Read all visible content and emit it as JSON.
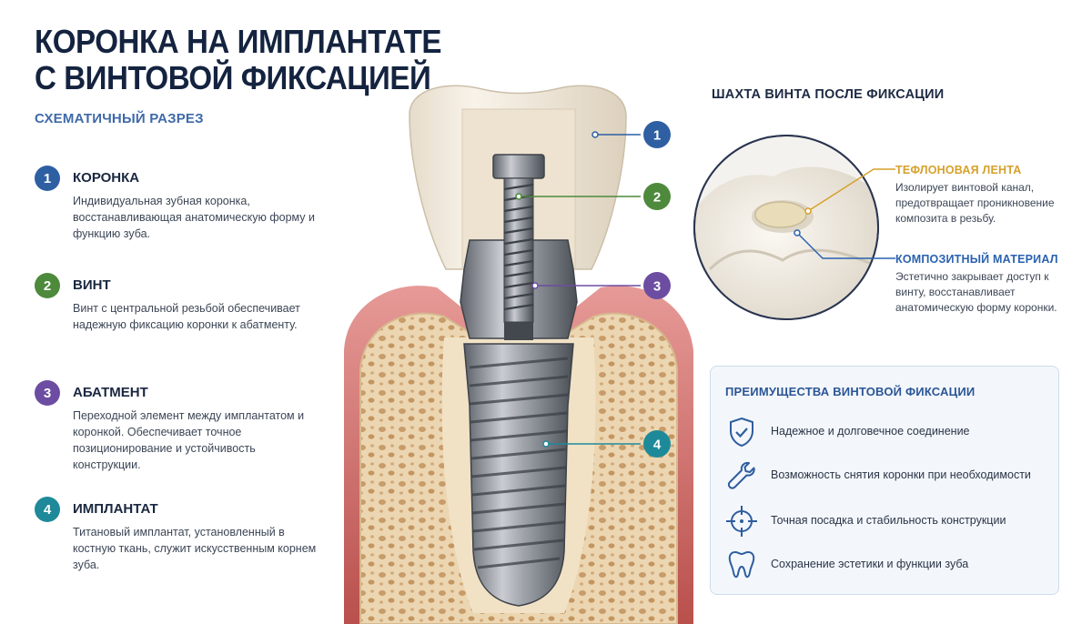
{
  "title_line1": "КОРОНКА НА ИМПЛАНТАТЕ",
  "title_line2": "С ВИНТОВОЙ ФИКСАЦИЕЙ",
  "subtitle": "СХЕМАТИЧНЫЙ РАЗРЕЗ",
  "colors": {
    "c1": "#2e5fa3",
    "c2": "#4d8a3b",
    "c3": "#6c4da2",
    "c4": "#1e8a99",
    "teflon": "#d6a12b",
    "composite": "#2a62b0"
  },
  "legend": [
    {
      "num": "1",
      "head": "КОРОНКА",
      "desc": "Индивидуальная зубная коронка, восстанавливающая анатомическую форму и функцию зуба."
    },
    {
      "num": "2",
      "head": "ВИНТ",
      "desc": "Винт с центральной резьбой обеспечивает надежную фиксацию коронки к абатменту."
    },
    {
      "num": "3",
      "head": "АБАТМЕНТ",
      "desc": "Переходной элемент между имплантатом и коронкой. Обеспечивает точное позиционирование и устойчивость конструкции."
    },
    {
      "num": "4",
      "head": "ИМПЛАНТАТ",
      "desc": "Титановый имплантат, установленный в костную ткань, служит искусственным корнем зуба."
    }
  ],
  "diagram_markers": [
    "1",
    "2",
    "3",
    "4"
  ],
  "right_title": "ШАХТА ВИНТА ПОСЛЕ ФИКСАЦИИ",
  "teflon": {
    "head": "ТЕФЛОНОВАЯ ЛЕНТА",
    "desc": "Изолирует винтовой канал, предотвращает проникновение композита в резьбу."
  },
  "composite": {
    "head": "КОМПОЗИТНЫЙ МАТЕРИАЛ",
    "desc": "Эстетично закрывает доступ к винту, восстанавливает анатомическую форму коронки."
  },
  "advantages": {
    "title": "ПРЕИМУЩЕСТВА ВИНТОВОЙ ФИКСАЦИИ",
    "items": [
      {
        "icon": "shield-check-icon",
        "text": "Надежное и долговечное соединение"
      },
      {
        "icon": "wrench-icon",
        "text": "Возможность снятия коронки при необходимости"
      },
      {
        "icon": "crosshair-icon",
        "text": "Точная посадка и стабильность конструкции"
      },
      {
        "icon": "tooth-icon",
        "text": "Сохранение эстетики и функции зуба"
      }
    ]
  }
}
